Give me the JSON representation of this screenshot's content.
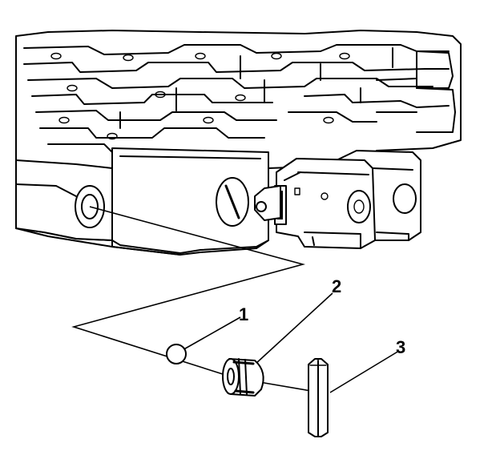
{
  "diagram": {
    "callouts": [
      {
        "id": "1",
        "label": "1",
        "part": "ball"
      },
      {
        "id": "2",
        "label": "2",
        "part": "plug"
      },
      {
        "id": "3",
        "label": "3",
        "part": "pin"
      }
    ],
    "colors": {
      "line": "#000000",
      "background": "#ffffff"
    }
  }
}
